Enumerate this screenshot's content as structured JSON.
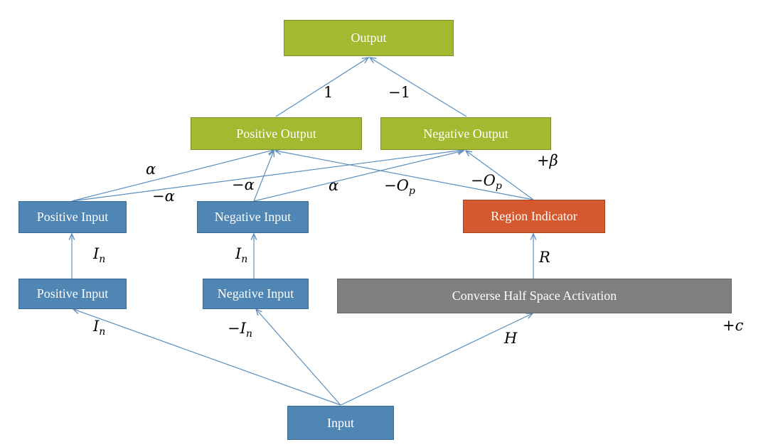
{
  "nodes": {
    "output": "Output",
    "positive_output": "Positive Output",
    "negative_output": "Negative Output",
    "positive_input_top": "Positive Input",
    "negative_input_top": "Negative Input",
    "region_indicator": "Region Indicator",
    "positive_input_bottom": "Positive Input",
    "negative_input_bottom": "Negative Input",
    "converse_half_space": "Converse Half Space Activation",
    "input": "Input"
  },
  "weights": {
    "pos_out_to_output": "1",
    "neg_out_to_output": "−1",
    "plus_beta": "+β",
    "alpha_a": "α",
    "minus_alpha_a": "−α",
    "minus_alpha_b": "−α",
    "alpha_b": "α",
    "minus_op_a": "−O",
    "minus_op_a_sub": "p",
    "minus_op_b": "−O",
    "minus_op_b_sub": "p",
    "in_pos_main": "I",
    "in_pos_main_sub": "n",
    "in_neg_main": "I",
    "in_neg_main_sub": "n",
    "r": "R",
    "in_pos_input": "I",
    "in_pos_input_sub": "n",
    "minus_in_neg_input": "−I",
    "minus_in_neg_input_sub": "n",
    "h": "H",
    "plus_c": "+c"
  },
  "colors": {
    "olive": "#a3b92f",
    "blue": "#4f86b3",
    "orange": "#d5592f",
    "gray": "#7f7f7f",
    "edge": "#5b8fbf"
  }
}
